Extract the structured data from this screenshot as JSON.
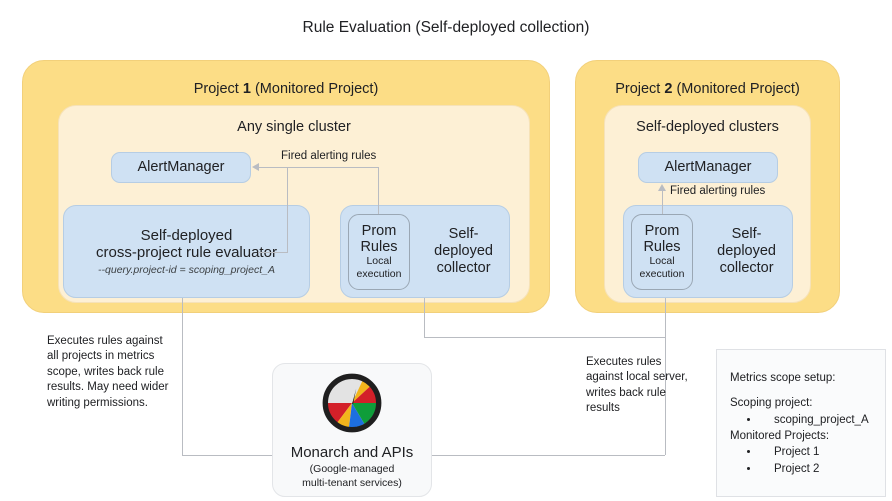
{
  "title": "Rule Evaluation (Self-deployed collection)",
  "projects": [
    {
      "title_prefix": "Project ",
      "title_number": "1",
      "title_suffix": " (Monitored Project)",
      "cluster_title": "Any single cluster",
      "alertmanager_label": "AlertManager",
      "edge_label": "Fired alerting rules",
      "evaluator": {
        "line1": "Self-deployed",
        "line2": "cross-project rule evaluator",
        "flag": "--query.project-id = scoping_project_A"
      },
      "prom_rules": {
        "line1": "Prom",
        "line2": "Rules",
        "sub1": "Local",
        "sub2": "execution"
      },
      "collector": {
        "line1": "Self-",
        "line2": "deployed",
        "line3": "collector"
      }
    },
    {
      "title_prefix": "Project ",
      "title_number": "2",
      "title_suffix": " (Monitored Project)",
      "cluster_title": "Self-deployed clusters",
      "alertmanager_label": "AlertManager",
      "edge_label": "Fired alerting rules",
      "prom_rules": {
        "line1": "Prom",
        "line2": "Rules",
        "sub1": "Local",
        "sub2": "execution"
      },
      "collector": {
        "line1": "Self-",
        "line2": "deployed",
        "line3": "collector"
      }
    }
  ],
  "annotations": {
    "left": "Executes rules against all projects in metrics scope, writes back rule results. May need wider writing permissions.",
    "right": "Executes rules against local server, writes back rule results"
  },
  "monarch": {
    "title": "Monarch and APIs",
    "subtitle_line1": "(Google-managed",
    "subtitle_line2": "multi-tenant services)"
  },
  "legend": {
    "heading": "Metrics scope setup:",
    "scoping_label": "Scoping project:",
    "scoping_items": [
      "scoping_project_A"
    ],
    "monitored_label": "Monitored Projects:",
    "monitored_items": [
      "Project 1",
      "Project 2"
    ]
  },
  "colors": {
    "project_fill": "#fcdd86",
    "cluster_fill": "#fdf0d5",
    "box_fill": "#cfe1f3",
    "connector": "#b9bcc2",
    "logo_red": "#d32029",
    "logo_yellow": "#f2b51c",
    "logo_green": "#0f9d3a",
    "logo_blue": "#1d6fe0",
    "logo_grey": "#e3e3e3",
    "logo_ring": "#1f1f1f"
  }
}
